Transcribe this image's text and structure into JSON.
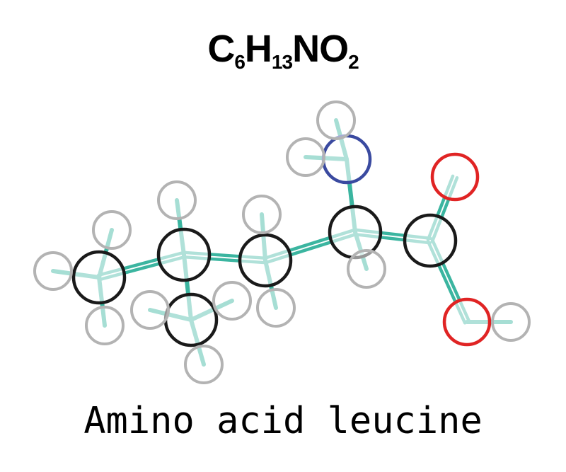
{
  "formula": {
    "parts": [
      {
        "symbol": "C",
        "count": "6"
      },
      {
        "symbol": "H",
        "count": "13"
      },
      {
        "symbol": "N",
        "count": ""
      },
      {
        "symbol": "O",
        "count": "2"
      }
    ]
  },
  "caption": "Amino acid leucine",
  "colors": {
    "carbon": "#1a1a1a",
    "hydrogen": "#b3b3b3",
    "nitrogen": "#3a4aa0",
    "oxygen": "#e02424",
    "bond": "#3bb5a0"
  }
}
